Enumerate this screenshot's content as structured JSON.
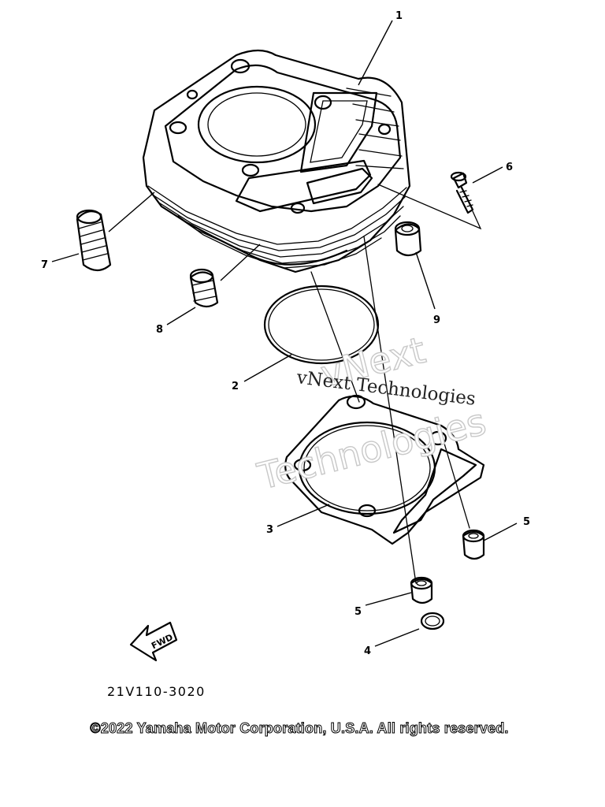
{
  "diagram": {
    "catalog_code": "21V110-3020",
    "copyright": "©2022 Yamaha Motor Corporation, U.S.A. All rights reserved.",
    "direction_arrow_label": "FWD",
    "watermark": {
      "line1": "vNext Technologies",
      "line2": "vNext",
      "line3": "Technologies"
    },
    "callouts": [
      {
        "number": "1",
        "part": "cylinder"
      },
      {
        "number": "2",
        "part": "o-ring"
      },
      {
        "number": "3",
        "part": "cylinder-gasket"
      },
      {
        "number": "4",
        "part": "o-ring"
      },
      {
        "number": "5",
        "part": "dowel-pin"
      },
      {
        "number": "5",
        "part": "dowel-pin"
      },
      {
        "number": "6",
        "part": "bolt"
      },
      {
        "number": "7",
        "part": "stud-bolt"
      },
      {
        "number": "8",
        "part": "stud-bolt"
      },
      {
        "number": "9",
        "part": "dowel-pin"
      }
    ]
  }
}
